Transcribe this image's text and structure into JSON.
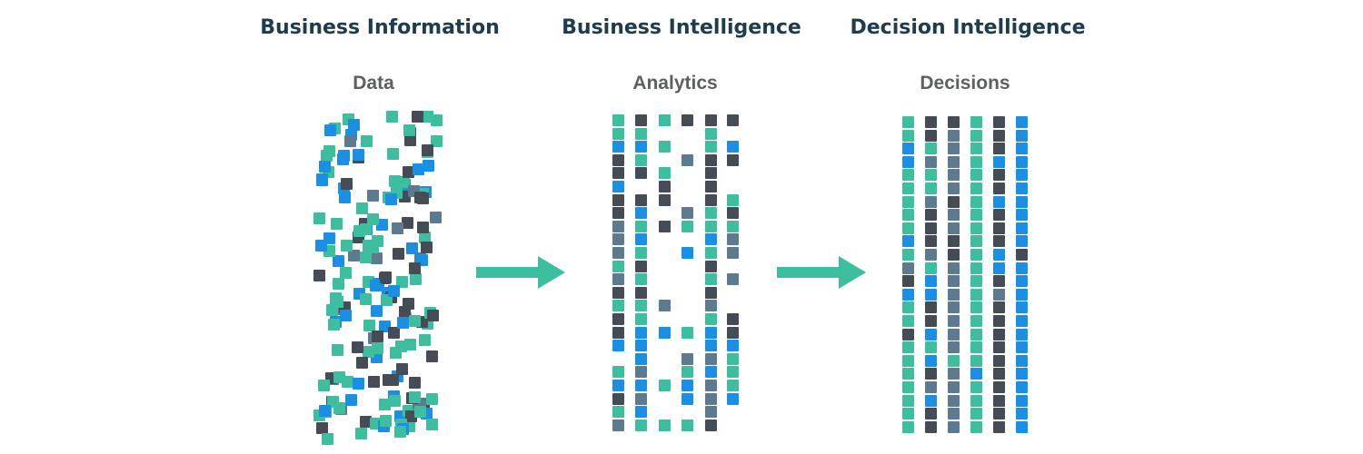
{
  "stages": [
    {
      "title": "Business Information",
      "subtitle": "Data"
    },
    {
      "title": "Business Intelligence",
      "subtitle": "Analytics"
    },
    {
      "title": "Decision Intelligence",
      "subtitle": "Decisions"
    }
  ],
  "colors": {
    "teal": "#3dbf9f",
    "blue": "#1a8fe3",
    "dark": "#464c55",
    "slate": "#5d7a8e",
    "arrow": "#3dbf9f",
    "title_text": "#1f3c4f",
    "subtitle_text": "#5c5f63"
  },
  "icons": {
    "arrow_1": "right-arrow-icon",
    "arrow_2": "right-arrow-icon"
  }
}
